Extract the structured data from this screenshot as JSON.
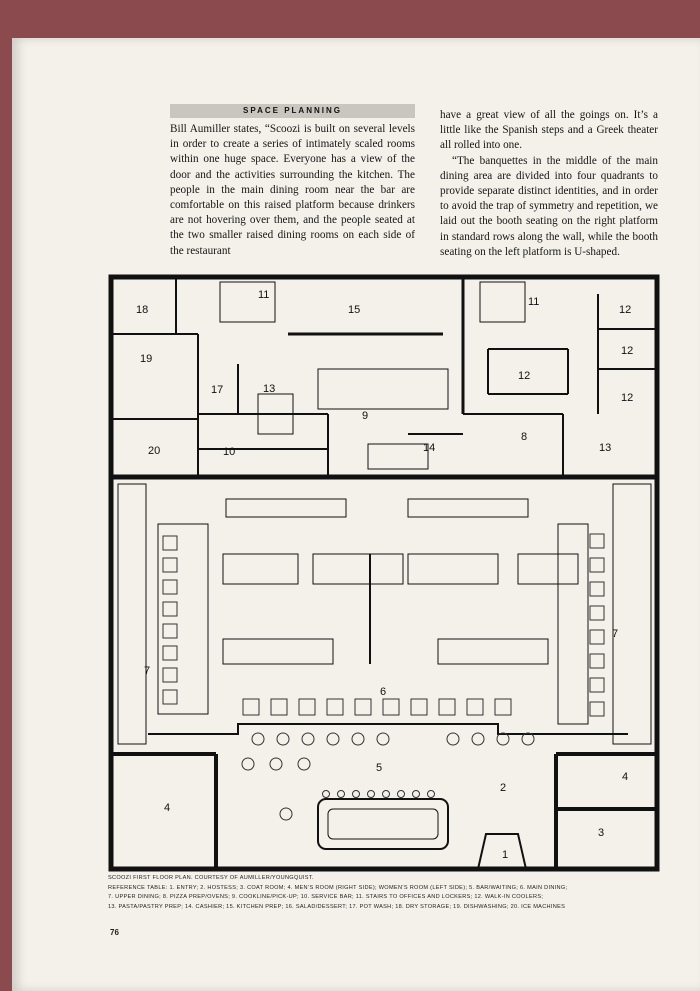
{
  "section_heading": "SPACE PLANNING",
  "column1": "Bill Aumiller states, “Scoozi is built on several levels in order to create a series of intimately scaled rooms within one huge space. Everyone has a view of the door and the activities surrounding the kitchen. The people in the main dining room near the bar are comfortable on this raised platform because drinkers are not hovering over them, and the people seated at the two smaller raised dining rooms on each side of the restaurant",
  "column2_p1": "have a great view of all the goings on. It’s a little like the Spanish steps and a Greek theater all rolled into one.",
  "column2_p2": "“The banquettes in the middle of the main dining area are divided into four quadrants to provide separate distinct identities, and in order to avoid the trap of symmetry and repetition, we laid out the booth seating on the right platform in standard rows along the wall, while the booth seating on the left platform is U-shaped.",
  "room_labels": {
    "r1": "1",
    "r2": "2",
    "r3": "3",
    "r4a": "4",
    "r4b": "4",
    "r5": "5",
    "r6": "6",
    "r7a": "7",
    "r7b": "7",
    "r8": "8",
    "r9": "9",
    "r10": "10",
    "r11a": "11",
    "r11b": "11",
    "r12a": "12",
    "r12b": "12",
    "r12c": "12",
    "r12d": "12",
    "r13a": "13",
    "r13b": "13",
    "r14": "14",
    "r15": "15",
    "r17": "17",
    "r18": "18",
    "r19": "19",
    "r20": "20"
  },
  "caption": {
    "line1": "SCOOZI FIRST FLOOR PLAN. COURTESY OF AUMILLER/YOUNGQUIST.",
    "line2": "REFERENCE TABLE: 1. ENTRY; 2. HOSTESS; 3. COAT ROOM; 4. MEN’S ROOM (RIGHT SIDE); WOMEN’S ROOM (LEFT SIDE); 5. BAR/WAITING; 6. MAIN DINING;",
    "line3": "7. UPPER DINING; 8. PIZZA PREP/OVENS; 9. COOKLINE/PICK-UP; 10. SERVICE BAR; 11. STAIRS TO OFFICES AND LOCKERS; 12. WALK-IN COOLERS;",
    "line4": "13. PASTA/PASTRY PREP; 14. CASHIER; 15. KITCHEN PREP; 16. SALAD/DESSERT; 17. POT WASH; 18. DRY STORAGE; 19. DISHWASHING; 20. ICE MACHINES"
  },
  "page_number": "76",
  "colors": {
    "page": "#f4f1ea",
    "cover": "#8a4a4e",
    "ink": "#111111"
  }
}
